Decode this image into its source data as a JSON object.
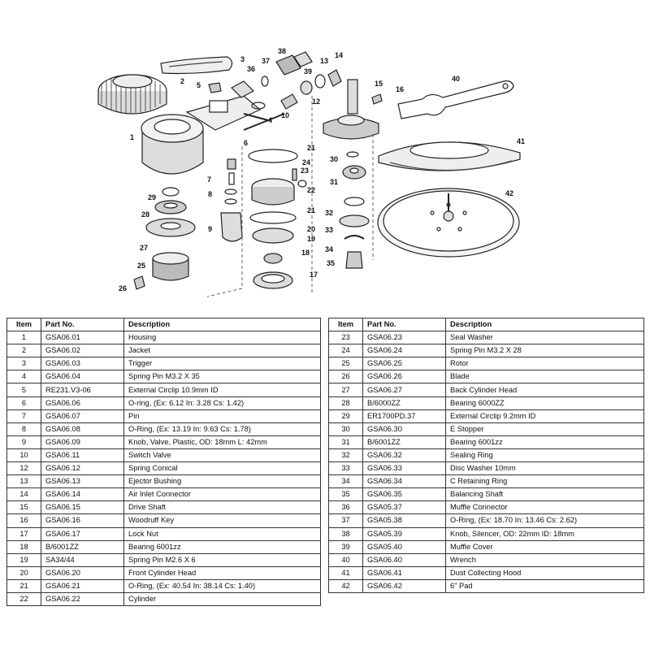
{
  "callouts": [
    "1",
    "2",
    "3",
    "4",
    "5",
    "6",
    "7",
    "8",
    "9",
    "10",
    "12",
    "13",
    "14",
    "15",
    "16",
    "17",
    "18",
    "19",
    "20",
    "21",
    "21",
    "22",
    "23",
    "24",
    "25",
    "26",
    "27",
    "28",
    "29",
    "30",
    "31",
    "32",
    "33",
    "34",
    "35",
    "36",
    "37",
    "38",
    "39",
    "40",
    "41",
    "42"
  ],
  "table": {
    "headers": {
      "item": "Item",
      "part_no": "Part No.",
      "description": "Description"
    },
    "left_rows": [
      {
        "item": "1",
        "part_no": "GSA06.01",
        "description": "Housing"
      },
      {
        "item": "2",
        "part_no": "GSA06.02",
        "description": "Jacket"
      },
      {
        "item": "3",
        "part_no": "GSA06.03",
        "description": "Trigger"
      },
      {
        "item": "4",
        "part_no": "GSA06.04",
        "description": "Spring Pin M3.2 X 35"
      },
      {
        "item": "5",
        "part_no": "RE231.V3-06",
        "description": "External Circlip 10.9mm ID"
      },
      {
        "item": "6",
        "part_no": "GSA06.06",
        "description": "O-ring, (Ex: 6.12 In: 3.28 Cs: 1.42)"
      },
      {
        "item": "7",
        "part_no": "GSA06.07",
        "description": "Pin"
      },
      {
        "item": "8",
        "part_no": "GSA06.08",
        "description": "O-Ring, (Ex: 13.19 In: 9.63 Cs: 1.78)"
      },
      {
        "item": "9",
        "part_no": "GSA06.09",
        "description": "Knob, Valve, Plastic, OD: 18mm L: 42mm"
      },
      {
        "item": "10",
        "part_no": "GSA06.11",
        "description": "Switch Valve"
      },
      {
        "item": "12",
        "part_no": "GSA06.12",
        "description": "Spring Conical"
      },
      {
        "item": "13",
        "part_no": "GSA06.13",
        "description": "Ejector Bushing"
      },
      {
        "item": "14",
        "part_no": "GSA06.14",
        "description": "Air Inlet Connector"
      },
      {
        "item": "15",
        "part_no": "GSA06.15",
        "description": "Drive Shaft"
      },
      {
        "item": "16",
        "part_no": "GSA06.16",
        "description": "Woodruff Key"
      },
      {
        "item": "17",
        "part_no": "GSA06.17",
        "description": "Lock Nut"
      },
      {
        "item": "18",
        "part_no": "B/6001ZZ",
        "description": "Bearing 6001zz"
      },
      {
        "item": "19",
        "part_no": "SA34/44",
        "description": "Spring Pin M2.6 X 6"
      },
      {
        "item": "20",
        "part_no": "GSA06.20",
        "description": "Front Cylinder Head"
      },
      {
        "item": "21",
        "part_no": "GSA06.21",
        "description": "O-Ring, (Ex: 40.54 In: 38.14 Cs: 1.40)"
      },
      {
        "item": "22",
        "part_no": "GSA06.22",
        "description": "Cylinder"
      }
    ],
    "right_rows": [
      {
        "item": "23",
        "part_no": "GSA06.23",
        "description": "Seal Washer"
      },
      {
        "item": "24",
        "part_no": "GSA06.24",
        "description": "Spring Pin M3.2 X 28"
      },
      {
        "item": "25",
        "part_no": "GSA06.25",
        "description": "Rotor"
      },
      {
        "item": "26",
        "part_no": "GSA06.26",
        "description": "Blade"
      },
      {
        "item": "27",
        "part_no": "GSA06.27",
        "description": "Back Cylinder Head"
      },
      {
        "item": "28",
        "part_no": "B/6000ZZ",
        "description": "Bearing 6000ZZ"
      },
      {
        "item": "29",
        "part_no": "ER1700PD.37",
        "description": "External Circlip 9.2mm ID"
      },
      {
        "item": "30",
        "part_no": "GSA06.30",
        "description": "E Stopper"
      },
      {
        "item": "31",
        "part_no": "B/6001ZZ",
        "description": "Bearing 6001zz"
      },
      {
        "item": "32",
        "part_no": "GSA06.32",
        "description": "Sealing Ring"
      },
      {
        "item": "33",
        "part_no": "GSA06.33",
        "description": "Disc Washer 10mm"
      },
      {
        "item": "34",
        "part_no": "GSA06.34",
        "description": "C Retaining Ring"
      },
      {
        "item": "35",
        "part_no": "GSA06.35",
        "description": "Balancing Shaft"
      },
      {
        "item": "36",
        "part_no": "GSA05.37",
        "description": "Muffle Connector"
      },
      {
        "item": "37",
        "part_no": "GSA05.38",
        "description": "O-Ring, (Ex: 18.70 In: 13.46 Cs: 2.62)"
      },
      {
        "item": "38",
        "part_no": "GSA05.39",
        "description": "Knob, Silencer, OD: 22mm ID: 18mm"
      },
      {
        "item": "39",
        "part_no": "GSA05.40",
        "description": "Muffle Cover"
      },
      {
        "item": "40",
        "part_no": "GSA06.40",
        "description": "Wrench"
      },
      {
        "item": "41",
        "part_no": "GSA06.41",
        "description": "Dust Collecting Hood"
      },
      {
        "item": "42",
        "part_no": "GSA06.42",
        "description": "6\" Pad"
      }
    ]
  }
}
